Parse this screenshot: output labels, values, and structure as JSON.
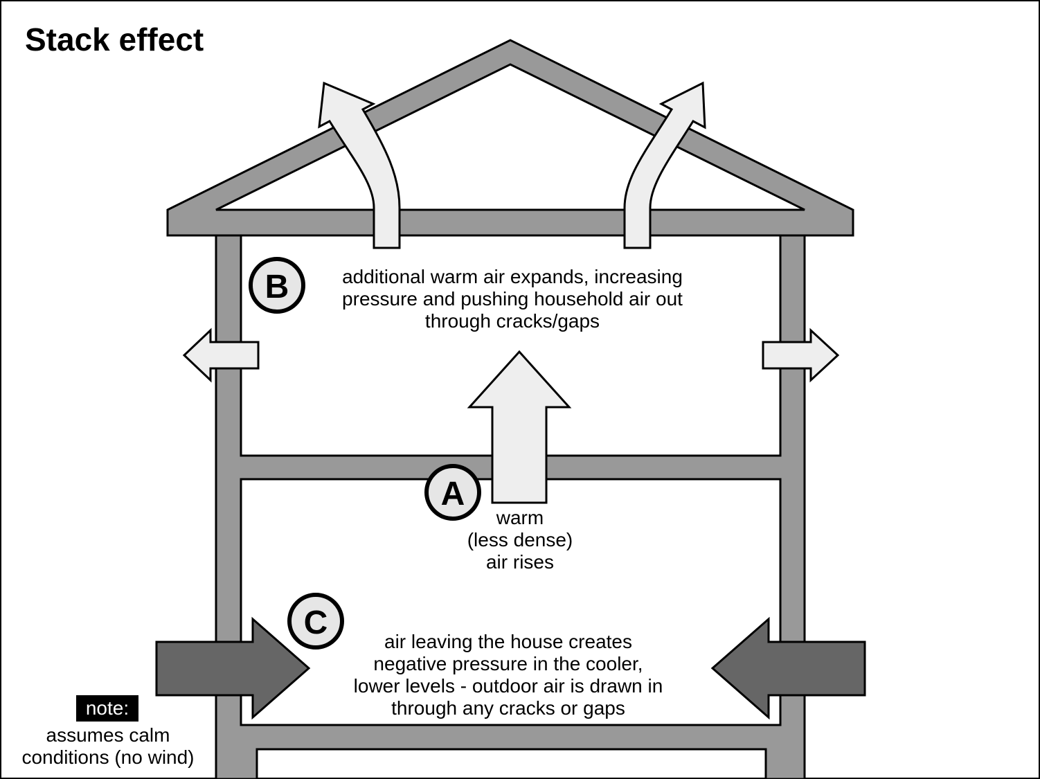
{
  "title": "Stack effect",
  "labels": {
    "A": "A",
    "B": "B",
    "C": "C"
  },
  "captions": {
    "A": [
      "warm",
      "(less dense)",
      "air rises"
    ],
    "B": [
      "additional warm air expands, increasing",
      "pressure and pushing household air out",
      "through cracks/gaps"
    ],
    "C": [
      "air leaving the house creates",
      "negative pressure in the cooler,",
      "lower levels - outdoor air is drawn in",
      "through any cracks or gaps"
    ]
  },
  "note": {
    "label": "note:",
    "lines": [
      "assumes calm",
      "conditions (no wind)"
    ]
  },
  "colors": {
    "wall": "#999999",
    "outline": "#000000",
    "warm_arrow": "#eeeeee",
    "cold_arrow": "#666666",
    "badge_fill": "#e6e6e6"
  }
}
